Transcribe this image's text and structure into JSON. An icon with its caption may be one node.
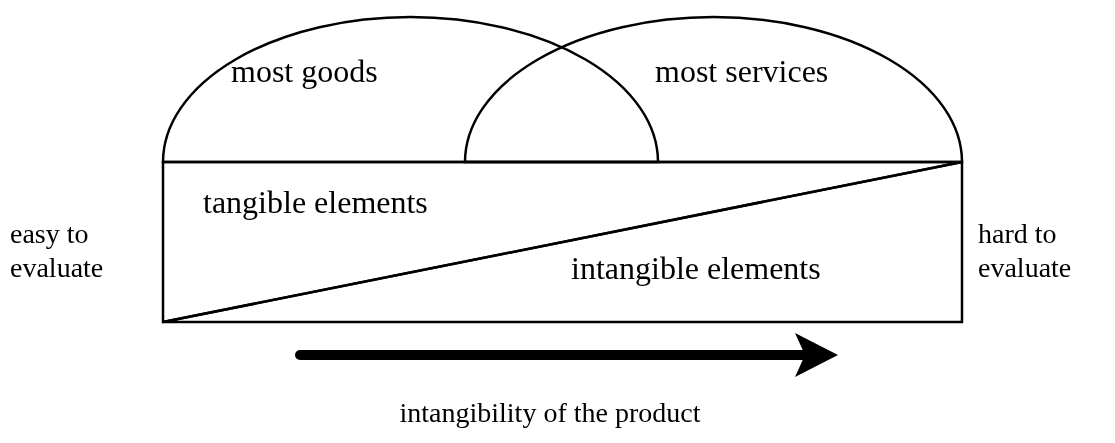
{
  "diagram": {
    "nodes": [
      {
        "text": [
          "most goods"
        ]
      },
      {
        "text": [
          "most services"
        ]
      },
      {
        "text": [
          "tangible elements"
        ]
      },
      {
        "text": [
          "intangible elements"
        ]
      }
    ],
    "labels": [
      "easy to evaluate",
      "hard to evaluate",
      "intangibility of the product"
    ]
  }
}
